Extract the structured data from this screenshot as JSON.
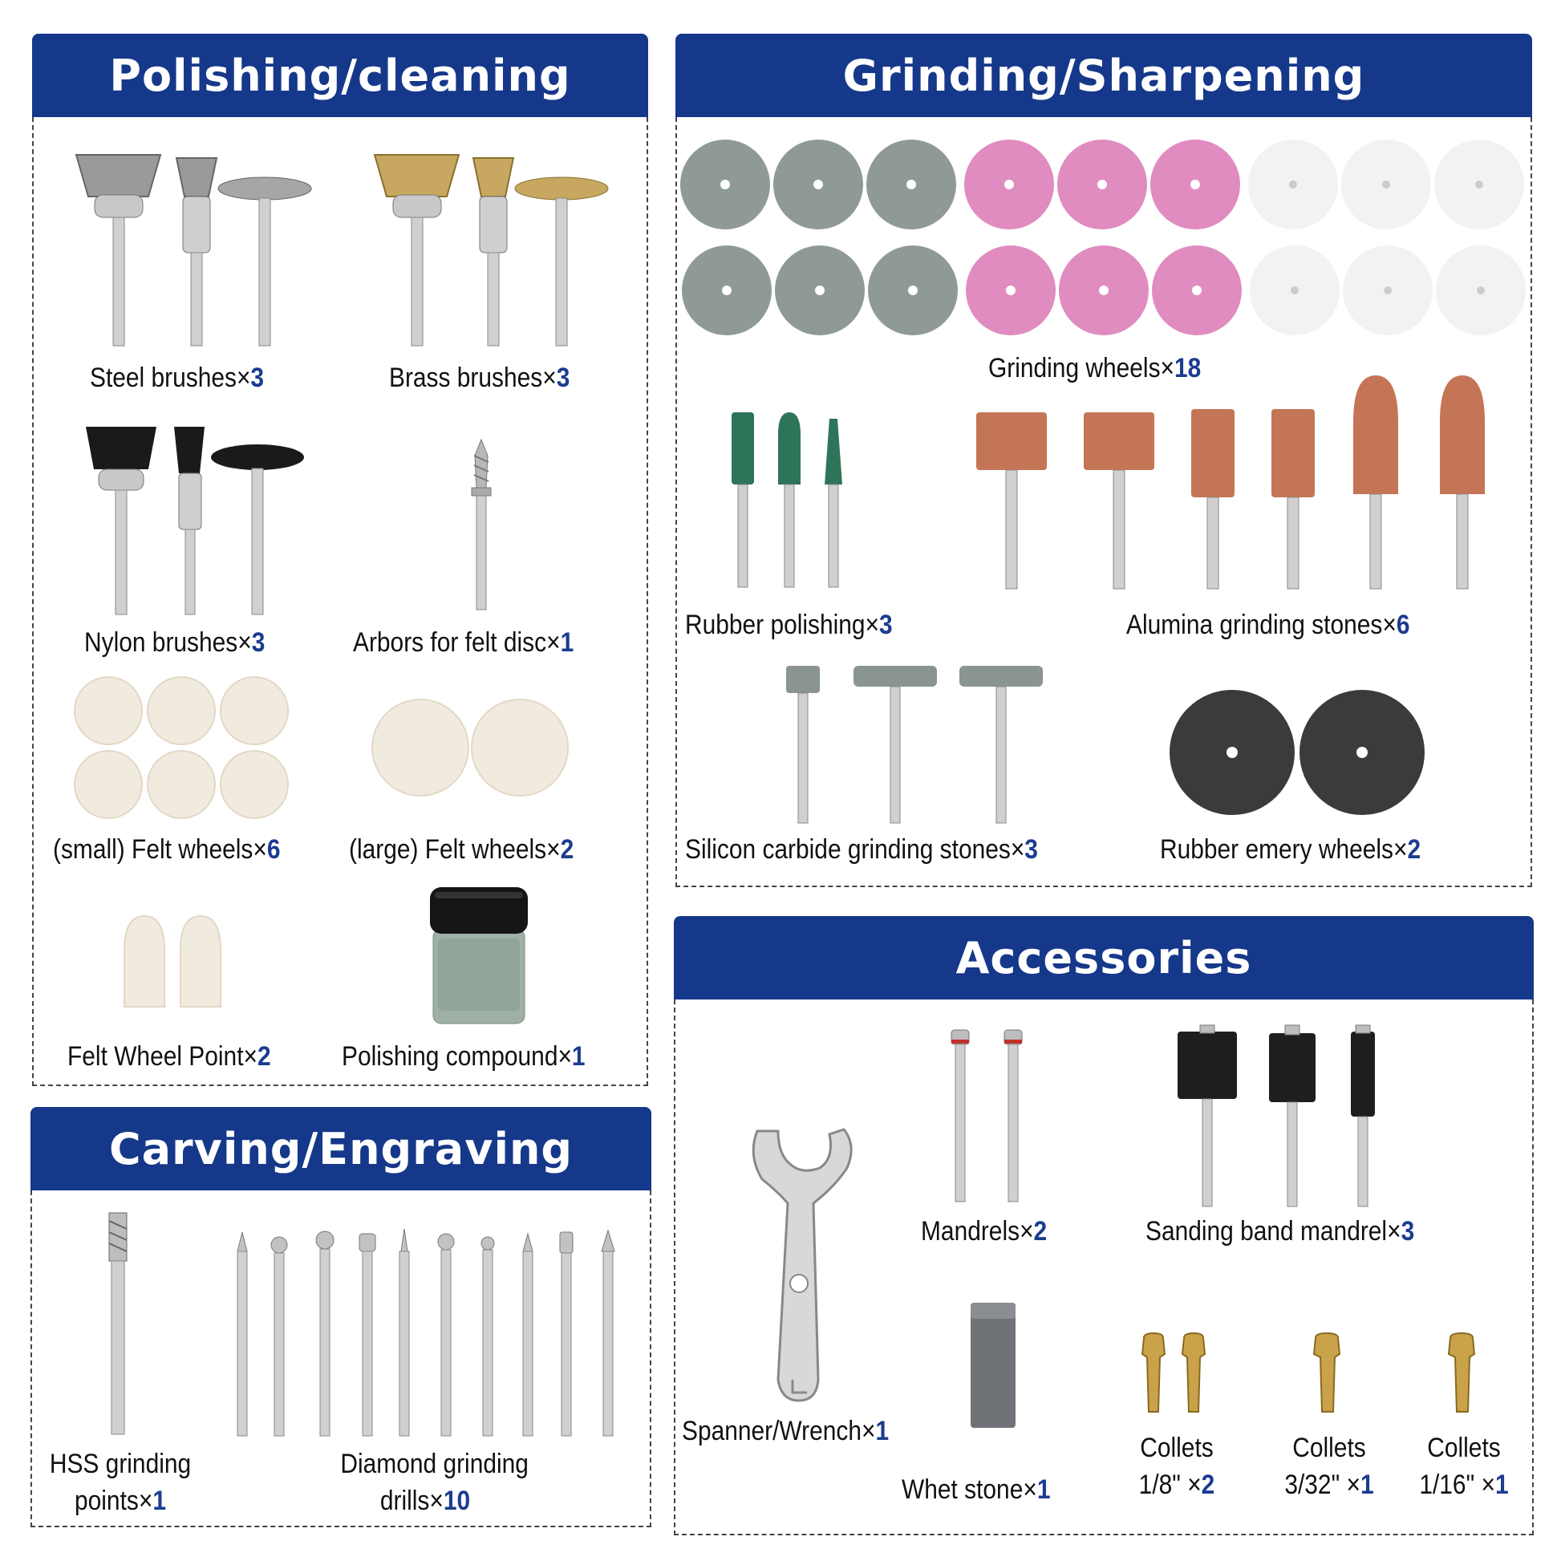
{
  "sections": {
    "polishing": {
      "title": "Polishing/cleaning",
      "items": [
        {
          "name": "Steel brushes",
          "sep": "×",
          "qty": "3"
        },
        {
          "name": "Brass brushes",
          "sep": "×",
          "qty": "3"
        },
        {
          "name": "Nylon brushes",
          "sep": "×",
          "qty": "3"
        },
        {
          "name": "Arbors for felt disc",
          "sep": "×",
          "qty": "1"
        },
        {
          "name": "(small) Felt wheels",
          "sep": "×",
          "qty": "6"
        },
        {
          "name": "(large) Felt wheels",
          "sep": "×",
          "qty": "2"
        },
        {
          "name": "Felt Wheel Point",
          "sep": "×",
          "qty": "2"
        },
        {
          "name": "Polishing compound",
          "sep": "×",
          "qty": "1"
        }
      ]
    },
    "grinding": {
      "title": "Grinding/Sharpening",
      "items": [
        {
          "name": "Grinding wheels",
          "sep": "×",
          "qty": "18"
        },
        {
          "name": "Rubber polishing",
          "sep": "×",
          "qty": "3"
        },
        {
          "name": "Alumina grinding stones",
          "sep": "×",
          "qty": "6"
        },
        {
          "name": "Silicon carbide grinding stones",
          "sep": "×",
          "qty": "3"
        },
        {
          "name": "Rubber emery wheels",
          "sep": "×",
          "qty": "2"
        }
      ]
    },
    "carving": {
      "title": "Carving/Engraving",
      "items": [
        {
          "line1": "HSS grinding",
          "line2": "points",
          "sep": "×",
          "qty": "1"
        },
        {
          "line1": "Diamond grinding",
          "line2": "drills",
          "sep": "×",
          "qty": "10"
        }
      ]
    },
    "accessories": {
      "title": "Accessories",
      "items": [
        {
          "name": "Mandrels",
          "sep": "×",
          "qty": "2"
        },
        {
          "name": "Sanding band mandrel",
          "sep": "×",
          "qty": "3"
        },
        {
          "name": "Spanner/Wrench",
          "sep": "×",
          "qty": "1"
        },
        {
          "name": "Whet stone",
          "sep": "×",
          "qty": "1"
        },
        {
          "line1": "Collets",
          "line2": "1/8\" ",
          "sep": "×",
          "qty": "2"
        },
        {
          "line1": "Collets",
          "line2": "3/32\" ",
          "sep": "×",
          "qty": "1"
        },
        {
          "line1": "Collets",
          "line2": "1/16\" ",
          "sep": "×",
          "qty": "1"
        }
      ]
    }
  },
  "colors": {
    "header_bg": "#16388a",
    "quantity_text": "#1b3c8f",
    "grinding_wheel_grey": "#8f9a96",
    "grinding_wheel_pink": "#e08cc0",
    "grinding_wheel_white": "#f2f2f2",
    "felt": "#f1ebdf",
    "alumina": "#c47555",
    "rubber_green": "#2e7458"
  }
}
